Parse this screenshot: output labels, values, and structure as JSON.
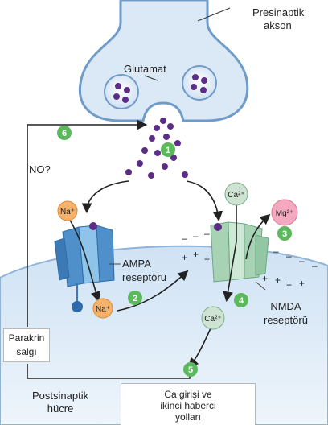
{
  "labels": {
    "presynaptic_line1": "Presinaptik",
    "presynaptic_line2": "akson",
    "glutamate": "Glutamat",
    "no": "NO?",
    "ampa_line1": "AMPA",
    "ampa_line2": "reseptörü",
    "nmda_line1": "NMDA",
    "nmda_line2": "reseptörü",
    "postsynaptic_line1": "Postsinaptik",
    "postsynaptic_line2": "hücre",
    "paracrine_line1": "Parakrin",
    "paracrine_line2": "salgı",
    "second_messenger_line1": "Ca girişi ve",
    "second_messenger_line2": "ikinci haberci",
    "second_messenger_line3": "yolları"
  },
  "ions": {
    "na_top": "Na⁺",
    "na_bottom": "Na⁺",
    "ca_top": "Ca²⁺",
    "ca_bottom": "Ca²⁺",
    "mg": "Mg²⁺"
  },
  "steps": [
    "1",
    "2",
    "3",
    "4",
    "5",
    "6"
  ],
  "colors": {
    "step_badge": "#5cb85c",
    "glutamate": "#5b2d86",
    "ampa_receptor": "#6aa9d8",
    "nmda_receptor": "#b7dcc4",
    "na_ion": "#f6b26b",
    "ca_ion": "#cfe3d2",
    "mg_ion": "#f4a9c0",
    "postsynaptic_cell": "#dcebf7",
    "presynaptic_axon": "#dbe9f7"
  }
}
